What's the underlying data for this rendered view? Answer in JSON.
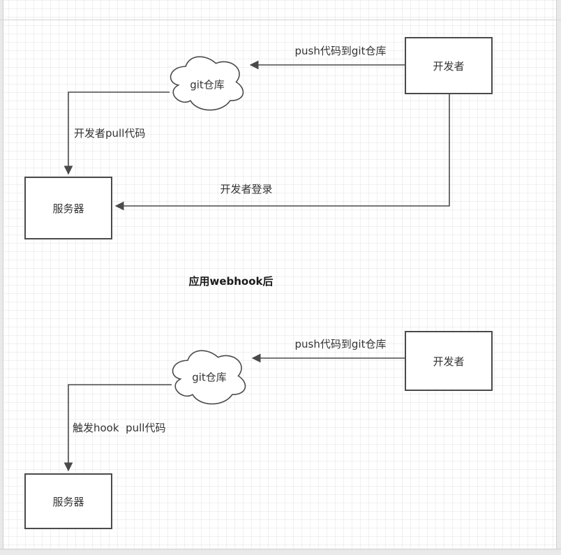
{
  "page": {
    "section_title": "应用webhook后"
  },
  "colors": {
    "stroke": "#4a4a4a",
    "grid": "#e9e9e9",
    "page_border": "#cfcfcf",
    "node_fill": "#ffffff",
    "text": "#333333"
  },
  "diagram_before": {
    "cloud_label": "git仓库",
    "developer_label": "开发者",
    "server_label": "服务器",
    "edge_push_label": "push代码到git仓库",
    "edge_pull_label": "开发者pull代码",
    "edge_login_label": "开发者登录"
  },
  "diagram_after": {
    "cloud_label": "git仓库",
    "developer_label": "开发者",
    "server_label": "服务器",
    "edge_push_label": "push代码到git仓库",
    "edge_hook_label": "触发hook  pull代码"
  }
}
